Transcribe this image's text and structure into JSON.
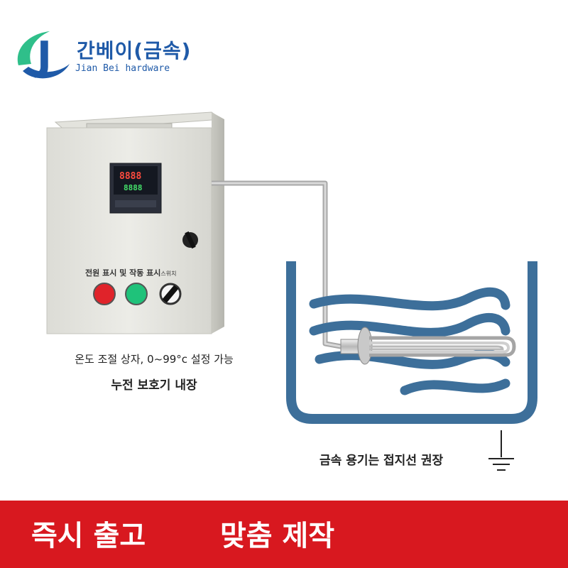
{
  "brand": {
    "logo_letter": "J",
    "name_ko": "간베이(금속)",
    "name_en": "Jian Bei hardware"
  },
  "control_box": {
    "display_top": "8888",
    "display_bottom": "8888",
    "panel_label_main": "전원 표시 및 작동 표시",
    "panel_label_small": "스위치"
  },
  "captions": {
    "temperature": "온도 조절 상자, 0~99°c 설정 가능",
    "leakage": "누전 보호기 내장",
    "grounding": "금속 용기는 접지선 권장"
  },
  "footer": {
    "left_text": "즉시 출고",
    "right_text": "맞춤 제작"
  },
  "colors": {
    "brand_blue": "#1f5aa8",
    "logo_green": "#2fbf8a",
    "tank_blue": "#3d6f9a",
    "footer_red": "#d8181f",
    "indicator_red": "#e0232a",
    "indicator_green": "#1fc27a"
  }
}
